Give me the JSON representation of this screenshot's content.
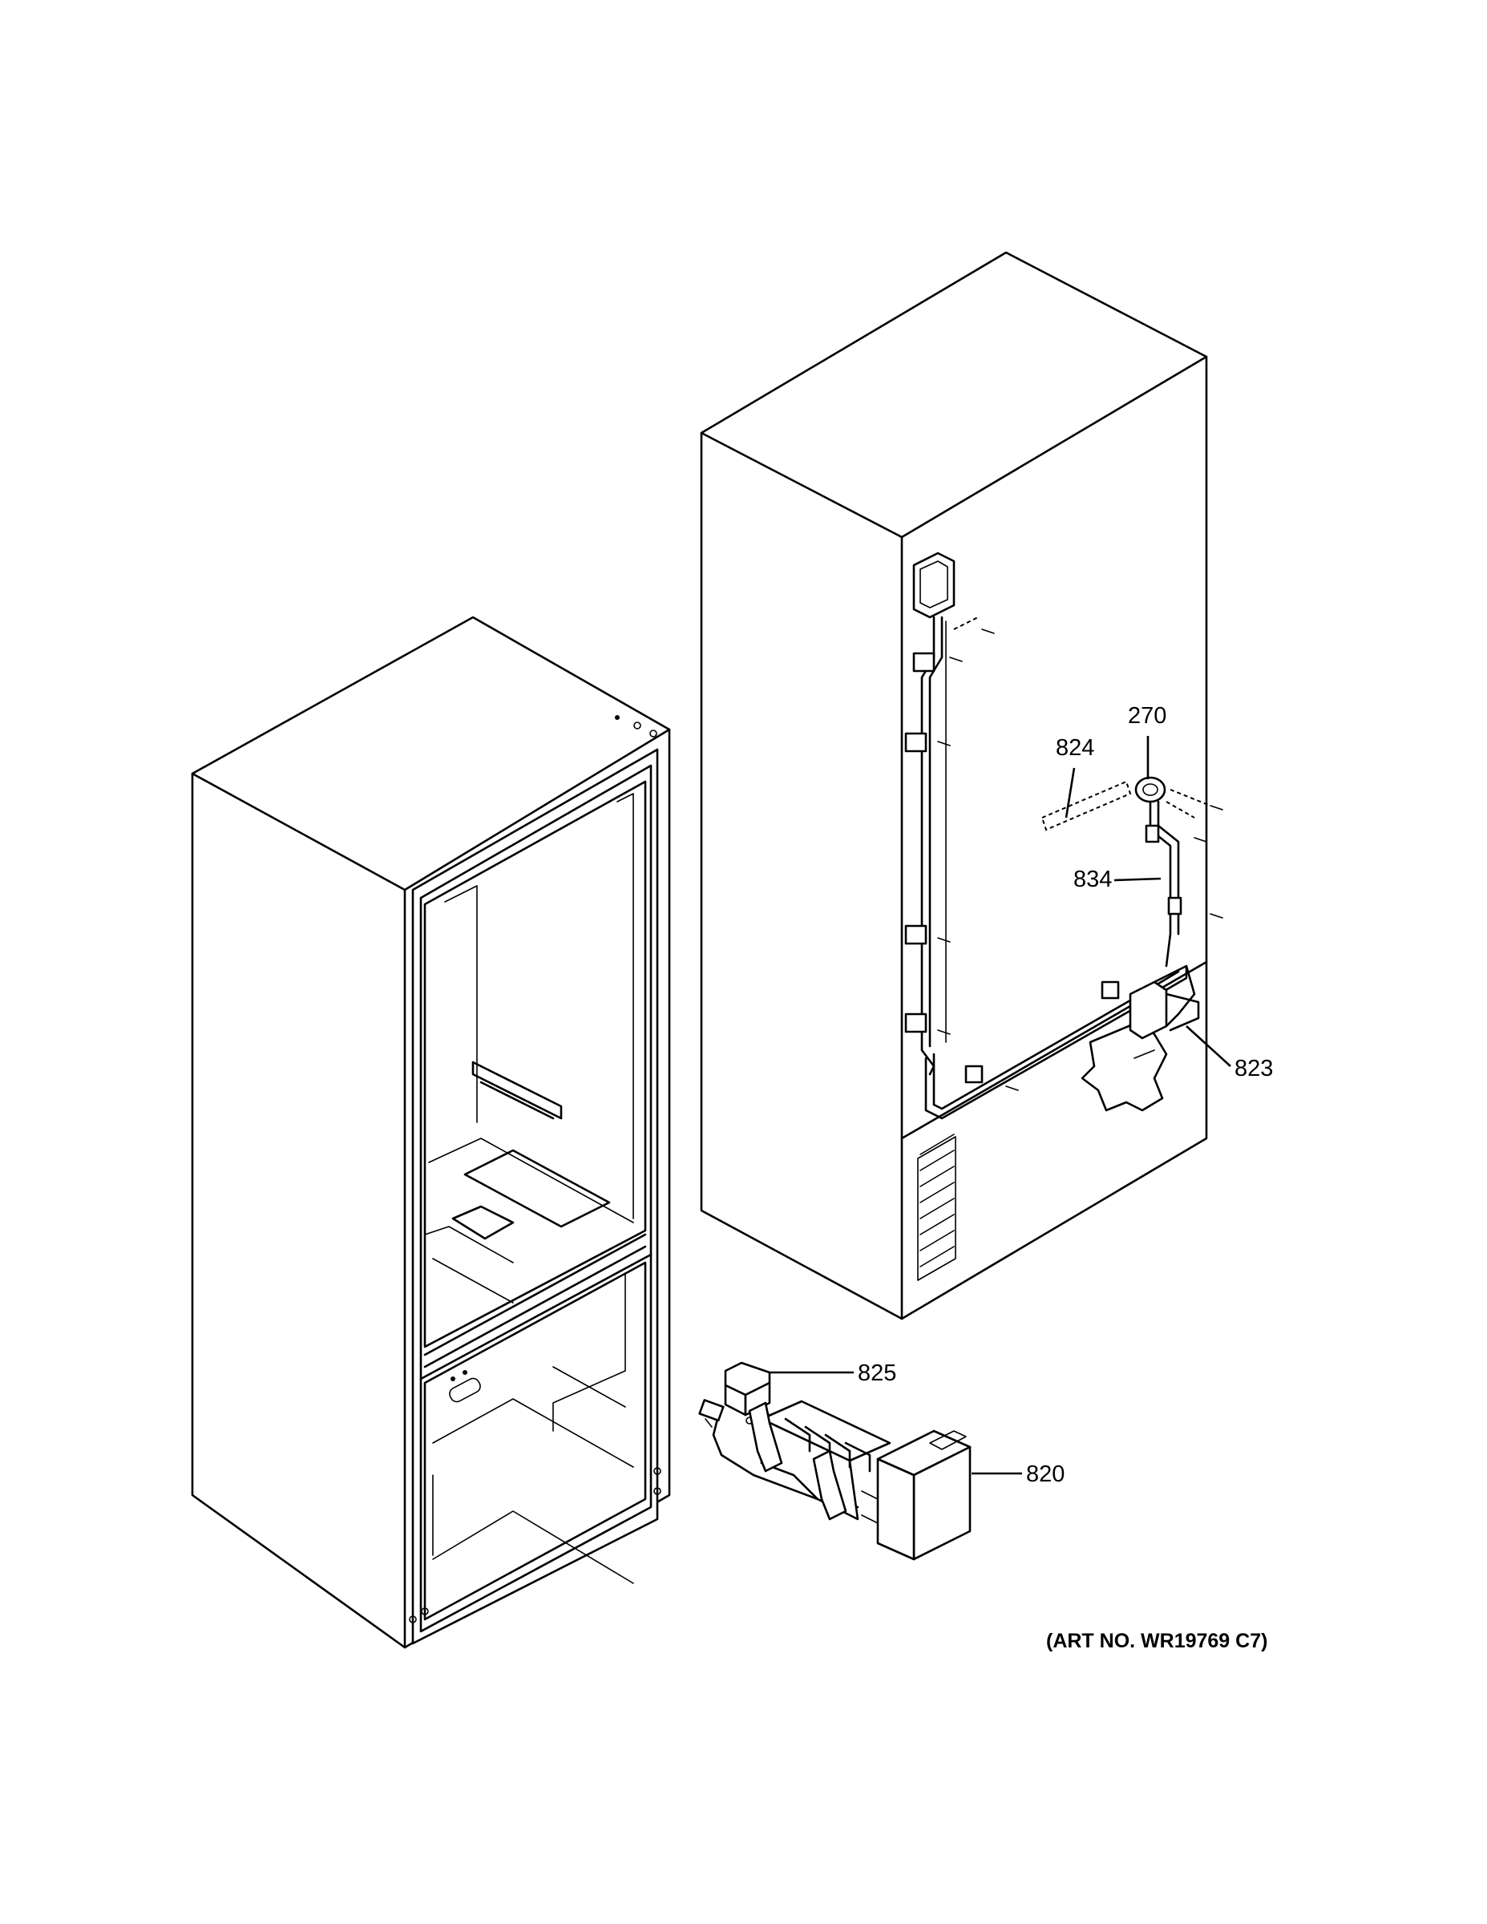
{
  "diagram": {
    "callouts": [
      {
        "id": "270",
        "label": "270"
      },
      {
        "id": "824",
        "label": "824"
      },
      {
        "id": "834",
        "label": "834"
      },
      {
        "id": "823",
        "label": "823"
      },
      {
        "id": "825",
        "label": "825"
      },
      {
        "id": "820",
        "label": "820"
      }
    ],
    "art_number": "(ART NO. WR19769 C7)"
  }
}
